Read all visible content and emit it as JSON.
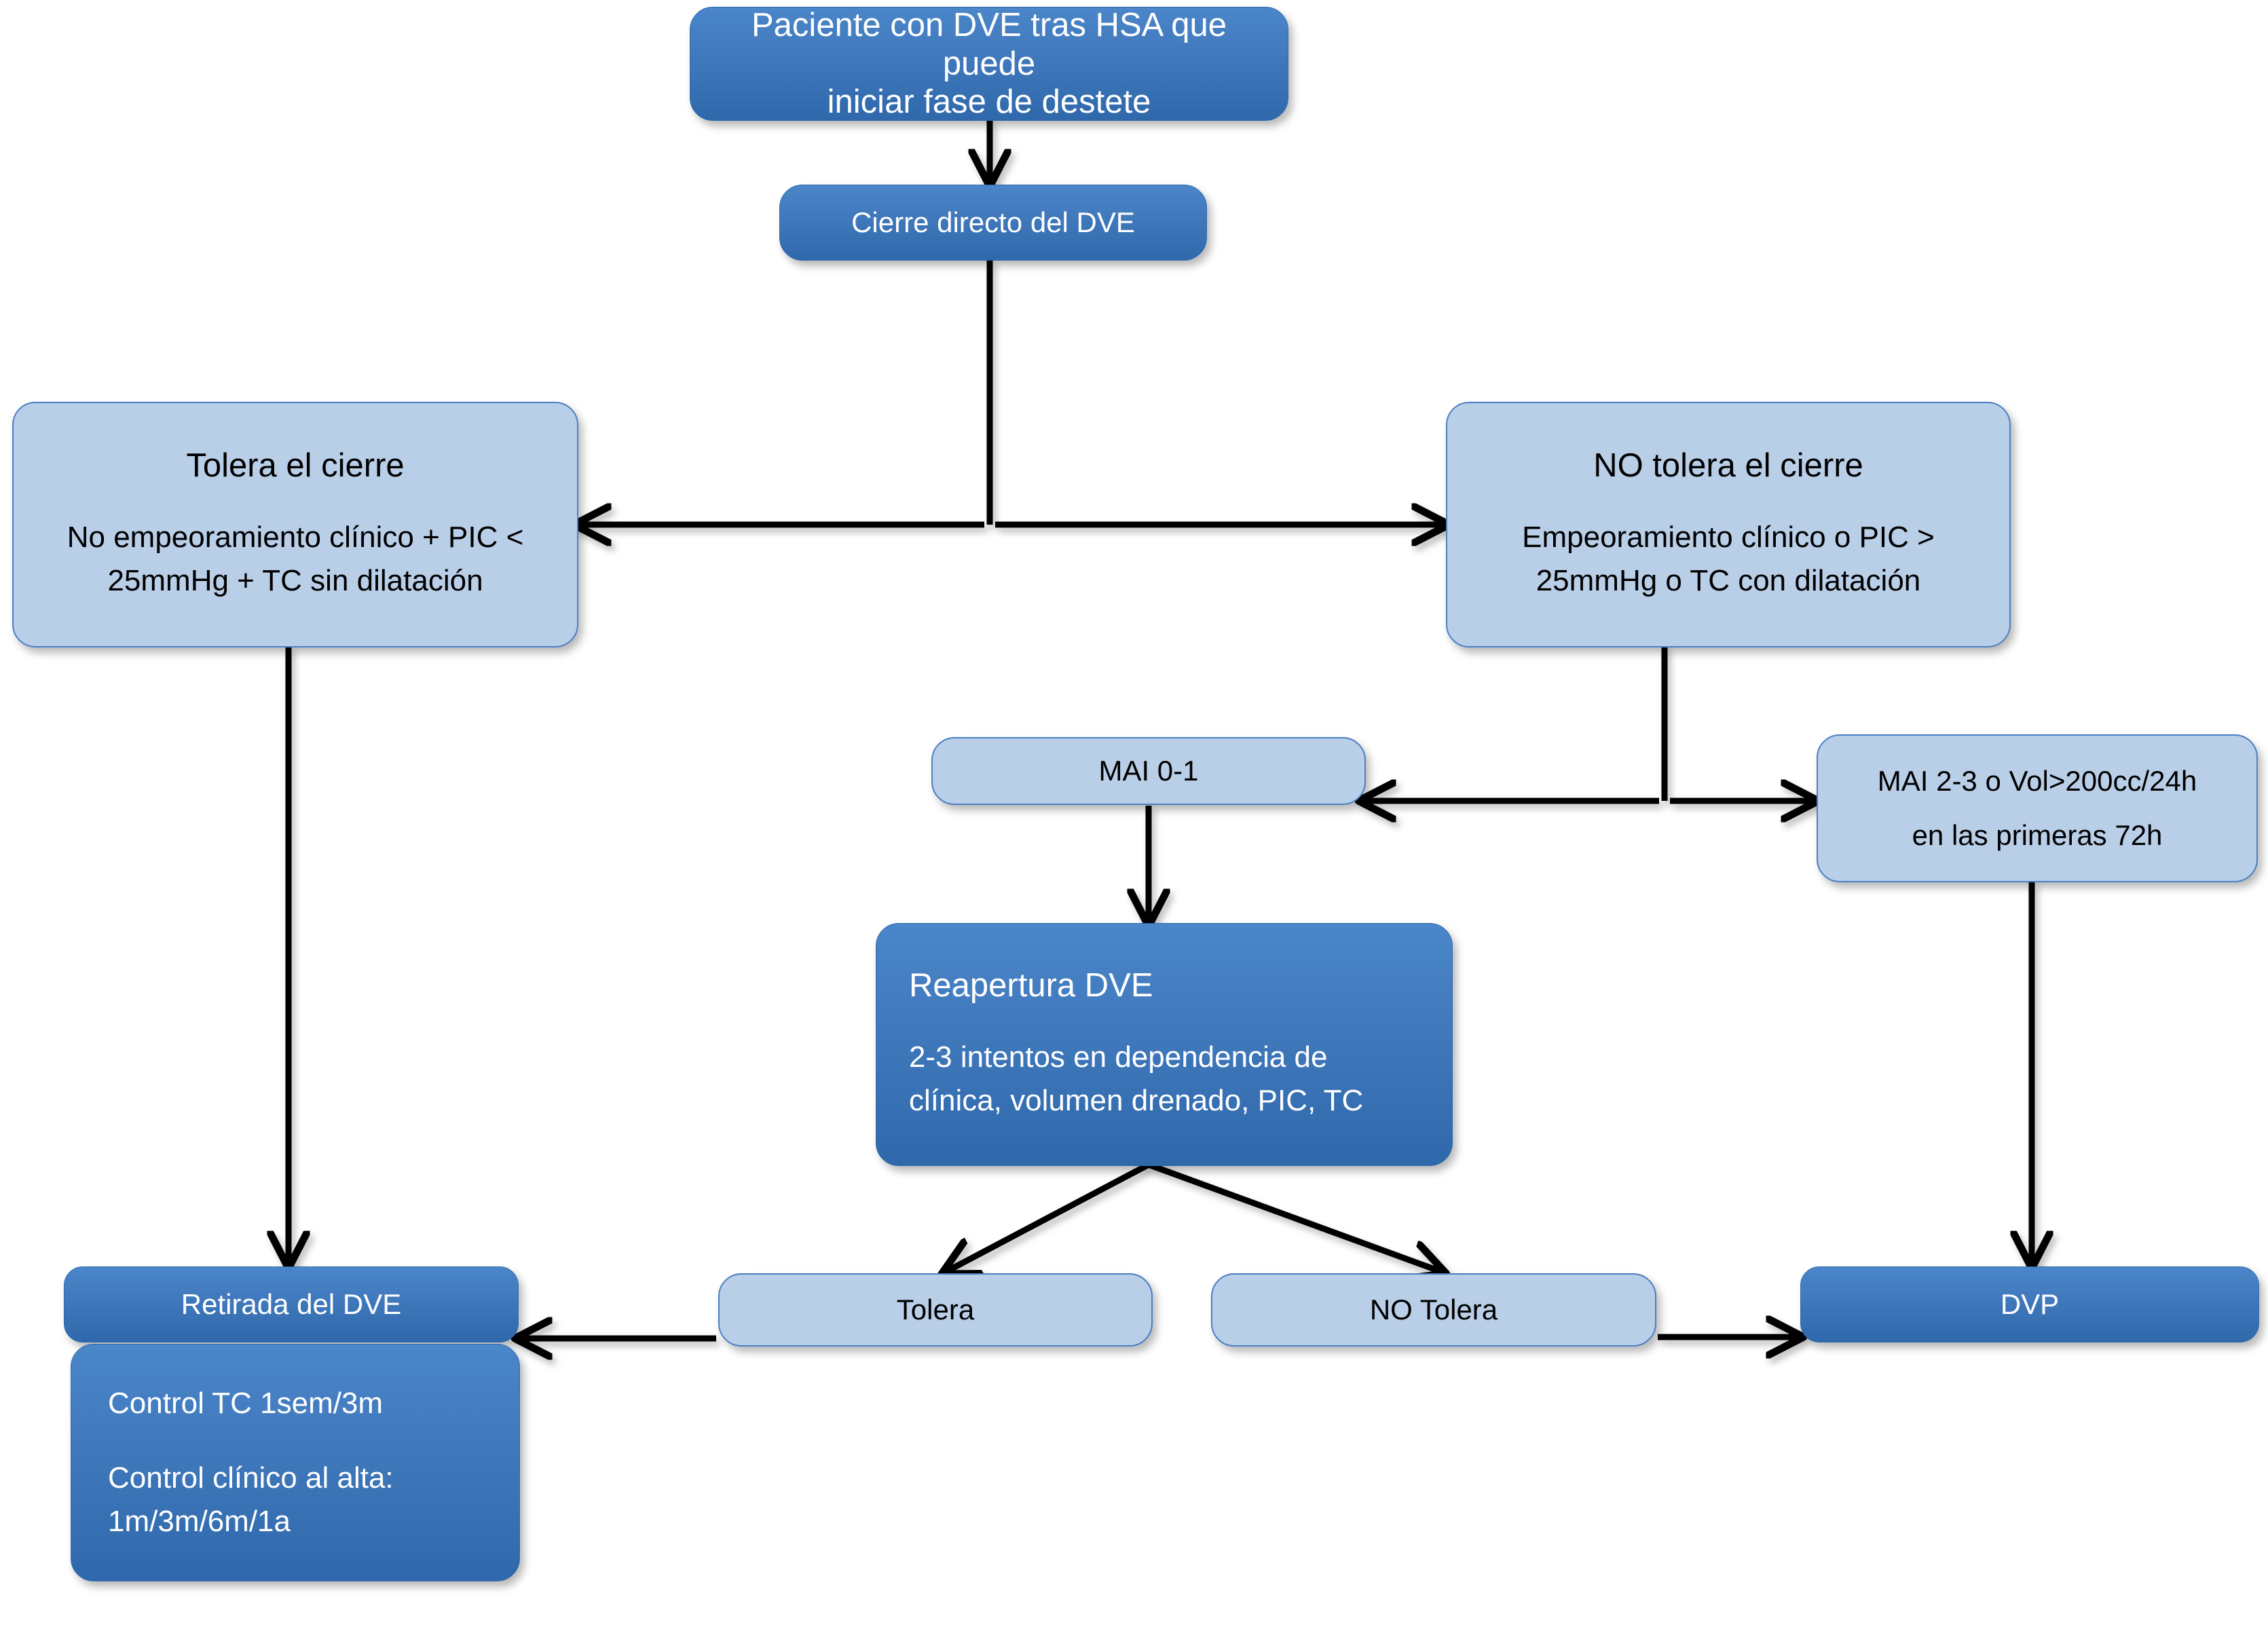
{
  "diagram": {
    "title": "Algoritmo de destete del DVE tras HSA",
    "colors": {
      "dark_box_top": "#4a86c9",
      "dark_box_bottom": "#2f68ab",
      "light_box_fill": "#b9cee7",
      "light_box_border": "#4a80c2",
      "connector": "#000000",
      "background": "#ffffff"
    }
  },
  "nodes": {
    "start": {
      "line1": "Paciente con DVE tras HSA que puede",
      "line2": "iniciar fase de destete"
    },
    "cierre_directo": {
      "line1": "Cierre directo del DVE"
    },
    "tolera_cierre": {
      "title": "Tolera el cierre",
      "line1": "No empeoramiento clínico + PIC <",
      "line2": "25mmHg + TC sin dilatación"
    },
    "no_tolera_cierre": {
      "title": "NO tolera el cierre",
      "line1": "Empeoramiento clínico o PIC >",
      "line2": "25mmHg o TC con dilatación"
    },
    "mai_0_1": {
      "line1": "MAI 0-1"
    },
    "mai_2_3": {
      "line1": "MAI 2-3 o Vol>200cc/24h",
      "line2": "en las primeras 72h"
    },
    "reapertura": {
      "title": "Reapertura DVE",
      "line1": "2-3 intentos en dependencia de",
      "line2": "clínica, volumen drenado, PIC, TC"
    },
    "tolera": {
      "line1": "Tolera"
    },
    "no_tolera": {
      "line1": "NO Tolera"
    },
    "retirada_dve": {
      "line1": "Retirada del DVE"
    },
    "dvp": {
      "line1": "DVP"
    },
    "control": {
      "line1": "Control TC 1sem/3m",
      "line2": "Control clínico al alta:",
      "line3": "1m/3m/6m/1a"
    }
  },
  "edges": [
    {
      "name": "start-to-cierre",
      "from": "start",
      "to": "cierre_directo",
      "type": "arrow-down"
    },
    {
      "name": "cierre-split",
      "from": "cierre_directo",
      "to": "tolera_cierre / no_tolera_cierre",
      "type": "double-arrow-horizontal"
    },
    {
      "name": "tolera-cierre-to-retirada",
      "from": "tolera_cierre",
      "to": "retirada_dve",
      "type": "arrow-down"
    },
    {
      "name": "no-tolera-cierre-split",
      "from": "no_tolera_cierre",
      "to": "mai_0_1 / mai_2_3",
      "type": "double-arrow-horizontal"
    },
    {
      "name": "mai01-to-reapertura",
      "from": "mai_0_1",
      "to": "reapertura",
      "type": "arrow-down"
    },
    {
      "name": "reapertura-to-tolera",
      "from": "reapertura",
      "to": "tolera",
      "type": "arrow-diagonal"
    },
    {
      "name": "reapertura-to-no-tolera",
      "from": "reapertura",
      "to": "no_tolera",
      "type": "arrow-diagonal"
    },
    {
      "name": "tolera-to-retirada",
      "from": "tolera",
      "to": "retirada_dve",
      "type": "arrow-left"
    },
    {
      "name": "no-tolera-to-dvp",
      "from": "no_tolera",
      "to": "dvp",
      "type": "arrow-right"
    },
    {
      "name": "mai23-to-dvp",
      "from": "mai_2_3",
      "to": "dvp",
      "type": "arrow-down"
    }
  ]
}
